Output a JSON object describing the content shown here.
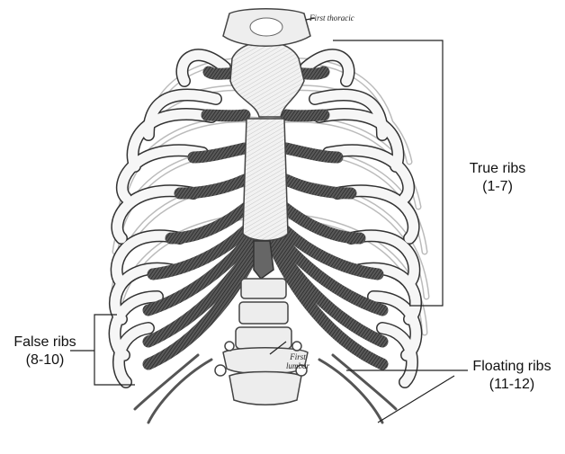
{
  "labels": {
    "first_thoracic": "First thoracic",
    "first_lumbar_line1": "First",
    "first_lumbar_line2": "lumbar",
    "true_ribs_line1": "True ribs",
    "true_ribs_line2": "(1-7)",
    "false_ribs_line1": "False ribs",
    "false_ribs_line2": "(8-10)",
    "floating_ribs_line1": "Floating ribs",
    "floating_ribs_line2": "(11-12)"
  }
}
